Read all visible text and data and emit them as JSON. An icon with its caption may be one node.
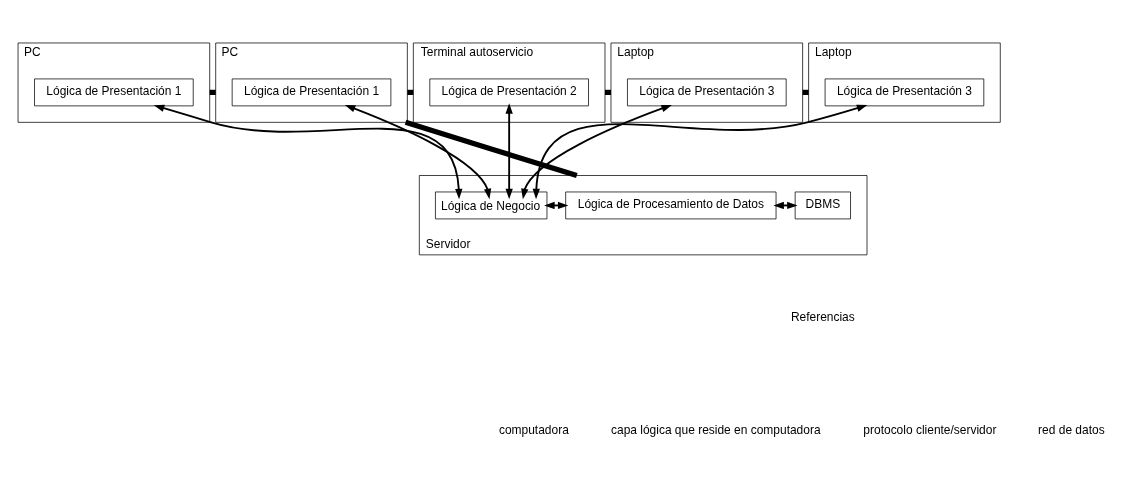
{
  "diagram": {
    "nodes": [
      {
        "text": [
          "PC"
        ]
      },
      {
        "text": [
          "Lógica de Presentación 1"
        ],
        "in": 0
      },
      {
        "text": [
          "PC"
        ]
      },
      {
        "text": [
          "Lógica de Presentación 1"
        ],
        "in": 2
      },
      {
        "text": [
          "Terminal autoservicio"
        ]
      },
      {
        "text": [
          "Lógica de Presentación 2"
        ],
        "in": 4
      },
      {
        "text": [
          "Laptop"
        ]
      },
      {
        "text": [
          "Lógica de Presentación 3"
        ],
        "in": 6
      },
      {
        "text": [
          "Laptop"
        ]
      },
      {
        "text": [
          "Lógica de Presentación 3"
        ],
        "in": 8
      },
      {
        "text": [
          "Servidor"
        ]
      },
      {
        "text": [
          "Lógica de Negocio"
        ],
        "in": 10
      },
      {
        "text": [
          "Lógica de Procesamiento de Datos"
        ],
        "in": 10
      },
      {
        "text": [
          "DBMS"
        ],
        "in": 10
      }
    ],
    "edges": [
      {
        "from": 0,
        "to": 2,
        "arrow": "none",
        "style": "thick"
      },
      {
        "from": 2,
        "to": 4,
        "arrow": "none",
        "style": "thick"
      },
      {
        "from": 4,
        "to": 6,
        "arrow": "none",
        "style": "thick"
      },
      {
        "from": 6,
        "to": 8,
        "arrow": "none",
        "style": "thick"
      },
      {
        "from": 2,
        "to": 10,
        "arrow": "none",
        "style": "thick"
      },
      {
        "from": 1,
        "to": 11,
        "arrow": "both"
      },
      {
        "from": 3,
        "to": 11,
        "arrow": "both"
      },
      {
        "from": 5,
        "to": 11,
        "arrow": "both"
      },
      {
        "from": 7,
        "to": 11,
        "arrow": "both"
      },
      {
        "from": 9,
        "to": 11,
        "arrow": "both"
      },
      {
        "from": 11,
        "to": 12,
        "arrow": "both"
      },
      {
        "from": 12,
        "to": 13,
        "arrow": "both"
      }
    ],
    "labels": [
      "Referencias"
    ],
    "legend": [
      {
        "text": "computadora"
      },
      {
        "text": "capa lógica que reside en computadora"
      },
      {
        "text": "protocolo cliente/servidor"
      },
      {
        "text": "red de datos"
      }
    ]
  }
}
